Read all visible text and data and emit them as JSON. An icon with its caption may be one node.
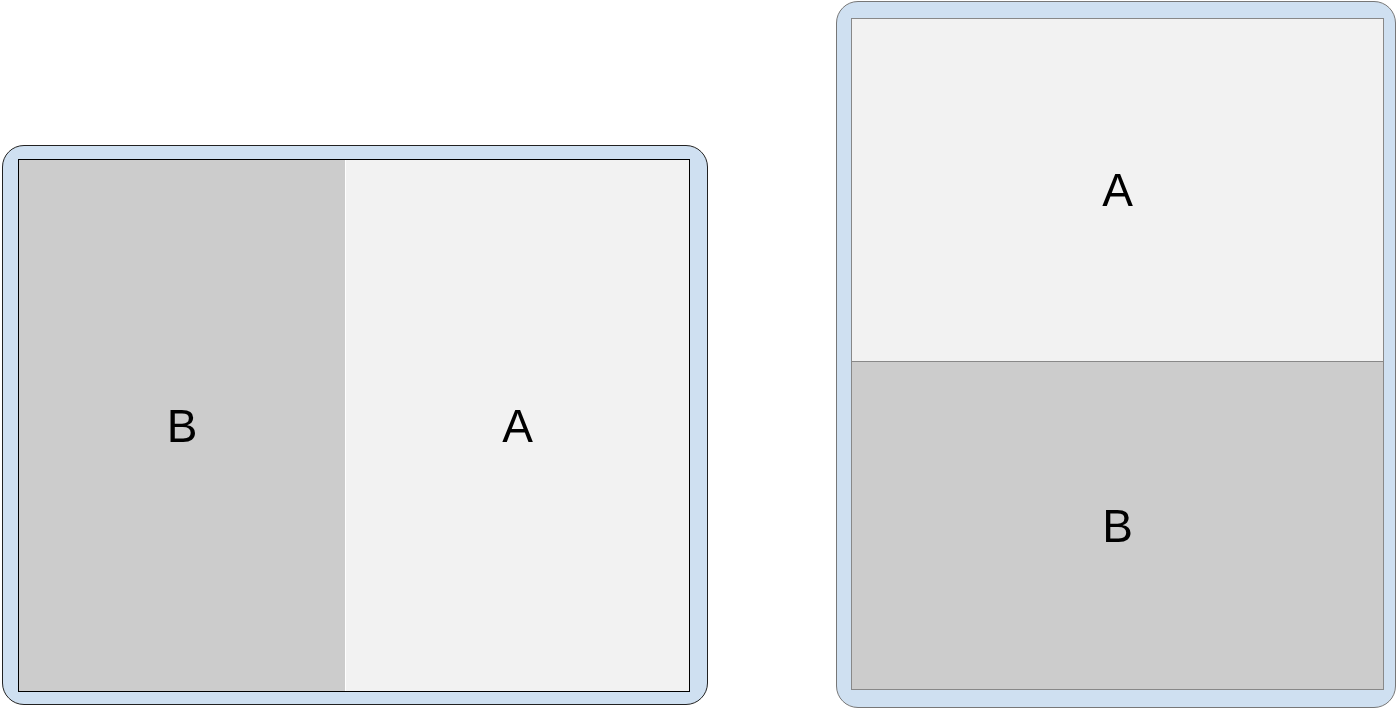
{
  "diagram": {
    "nodes": [
      {
        "text": [],
        "shape": "box"
      },
      {
        "text": [
          "B"
        ],
        "in": 0
      },
      {
        "text": [
          "A"
        ],
        "in": 0
      },
      {
        "text": [],
        "shape": "box"
      },
      {
        "text": [
          "A"
        ],
        "in": 3
      },
      {
        "text": [
          "B"
        ],
        "in": 3
      }
    ]
  }
}
